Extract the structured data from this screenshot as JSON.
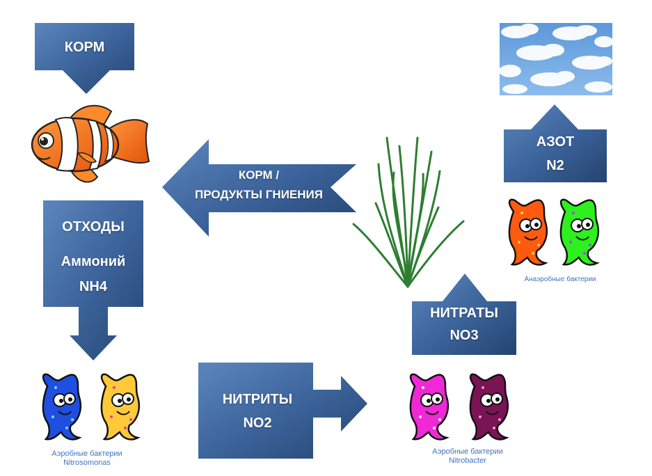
{
  "colors": {
    "arrow_dark": "#24446f",
    "arrow_light": "#5b86bd",
    "caption": "#3f73c4",
    "sky": "#6fa6e2",
    "plant": "#2e7d32"
  },
  "nodes": {
    "feed": {
      "label": "КОРМ"
    },
    "waste": {
      "line1": "ОТХОДЫ",
      "line2": "Аммоний",
      "line3": "NH4"
    },
    "feed_decay": {
      "line1": "КОРМ /",
      "line2": "ПРОДУКТЫ ГНИЕНИЯ"
    },
    "nitrites": {
      "line1": "НИТРИТЫ",
      "line2": "NO2"
    },
    "nitrates": {
      "line1": "НИТРАТЫ",
      "line2": "NO3"
    },
    "nitrogen": {
      "line1": "АЗОТ",
      "line2": "N2"
    }
  },
  "captions": {
    "nitrosomonas": {
      "line1": "Аэробные бактерии",
      "line2": "Nitrosomonas"
    },
    "nitrobacter": {
      "line1": "Аэробные бактерии",
      "line2": "Nitrobacter"
    },
    "anaerobic": {
      "line1": "Анаэробные бактерии"
    }
  },
  "icons": {
    "fish": "clownfish-icon",
    "plant": "aquatic-plant-icon",
    "sky": "sky-clouds-icon",
    "bacteria": "bacteria-icon"
  }
}
